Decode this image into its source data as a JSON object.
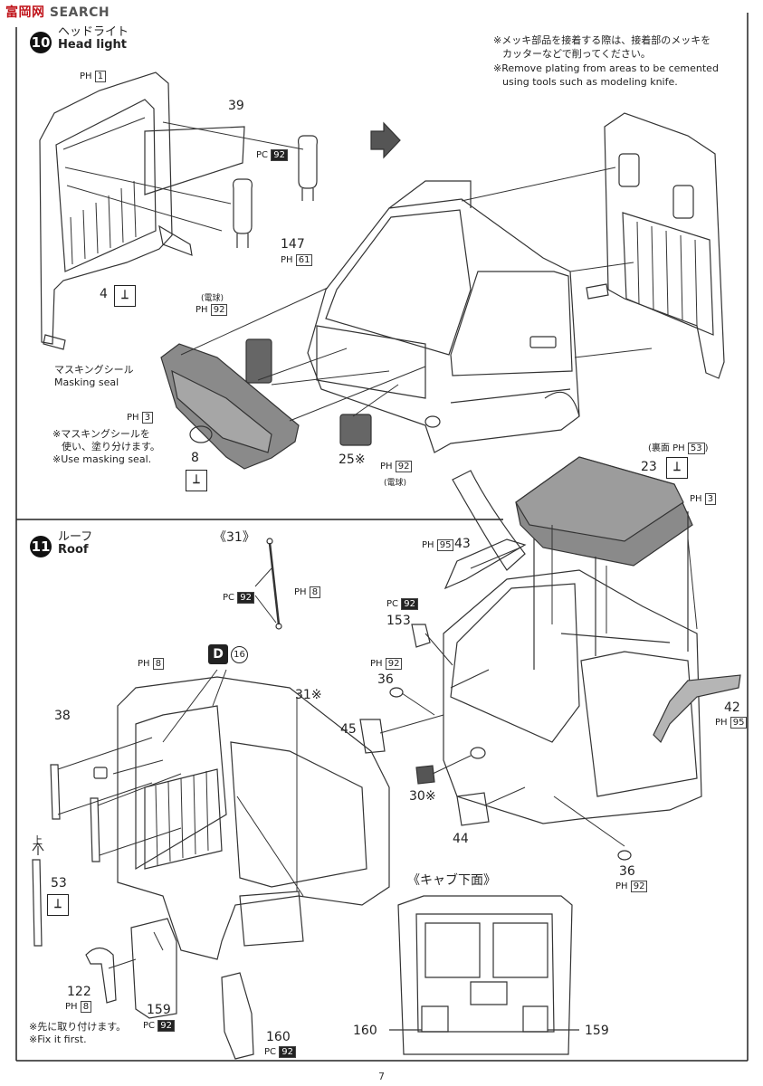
{
  "watermark": {
    "cn": "富岡网",
    "en": "SEARCH"
  },
  "page_number": "7",
  "step10": {
    "no": "10",
    "title_ja": "ヘッドライト",
    "title_en": "Head light",
    "note_ja_1": "※メッキ部品を接着する際は、接着部のメッキを",
    "note_ja_2": "カッターなどで削ってください。",
    "note_en_1": "※Remove plating from areas to be cemented",
    "note_en_2": "using tools such as modeling knife.",
    "labels": {
      "ph1": "1",
      "n39": "39",
      "pc92": "92",
      "n147": "147",
      "ph61": "61",
      "n4": "4",
      "denkyu_a": "(電球)",
      "ph92a": "92",
      "mask_ja": "マスキングシール",
      "mask_en": "Masking seal",
      "ph3": "3",
      "n8": "8",
      "maskuse_ja_1": "※マスキングシールを",
      "maskuse_ja_2": "使い、塗り分けます。",
      "maskuse_en": "※Use masking seal.",
      "n25": "25※",
      "ph92b": "92",
      "denkyu_b": "(電球)"
    }
  },
  "step11": {
    "no": "11",
    "title_ja": "ルーフ",
    "title_en": "Roof",
    "labels": {
      "rear_ja": "(裏面",
      "ph53": "53",
      "n23": "23",
      "ph3": "3",
      "ph95a": "95",
      "n43": "43",
      "n31bracket": "《31》",
      "ph8a": "8",
      "pc92a": "92",
      "pc92b": "92",
      "n153": "153",
      "ph92c": "92",
      "n36a": "36",
      "n45": "45",
      "n30": "30※",
      "n44": "44",
      "n36b": "36",
      "ph92d": "92",
      "n42": "42",
      "ph95b": "95",
      "d_letter": "D",
      "d_num": "16",
      "ph8b": "8",
      "n31": "31※",
      "n38": "38",
      "ue": "上",
      "n53": "53",
      "cab_bottom": "《キャブ下面》",
      "n122": "122",
      "ph8c": "8",
      "n159a": "159",
      "pc92c": "92",
      "n160a": "160",
      "pc92d": "92",
      "fix_ja": "※先に取り付けます。",
      "fix_en": "※Fix it first.",
      "n160b": "160",
      "n159b": "159"
    }
  },
  "code_prefix": {
    "ph": "PH",
    "pc": "PC"
  }
}
